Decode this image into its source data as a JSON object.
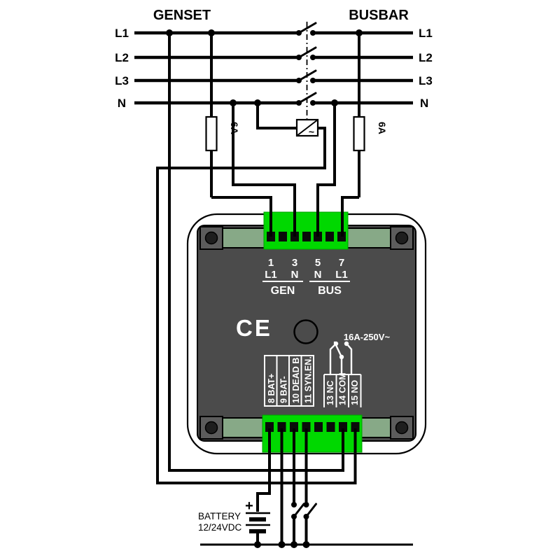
{
  "sources": {
    "left": "GENSET",
    "right": "BUSBAR"
  },
  "mains": [
    "L1",
    "L2",
    "L3",
    "N"
  ],
  "fuse": {
    "rating": "6A"
  },
  "coil": {
    "ac_symbol": "~"
  },
  "device": {
    "top_numbers": [
      "1",
      "3",
      "5",
      "7"
    ],
    "top_names": [
      "L1",
      "N",
      "N",
      "L1"
    ],
    "top_groups": [
      "GEN",
      "BUS"
    ],
    "ce_mark": "CE",
    "relay_rating": "16A-250V~",
    "io_terminals": [
      "8  BAT+",
      "9  BAT-",
      "10 DEAD B",
      "11 SYN.EN."
    ],
    "relay_terminals": [
      "13 NC",
      "14 COM",
      "15 NO"
    ]
  },
  "battery": {
    "name": "BATTERY",
    "voltage": "12/24VDC",
    "plus": "+"
  },
  "colors": {
    "wire": "#000000",
    "shell": "#ffffff",
    "body": "#4b4b4b",
    "tab": "#5c5c5c",
    "strip": "#87a987",
    "terminal_green": "#00d800",
    "screw": "#1e1e1e",
    "label_white": "#ffffff"
  }
}
